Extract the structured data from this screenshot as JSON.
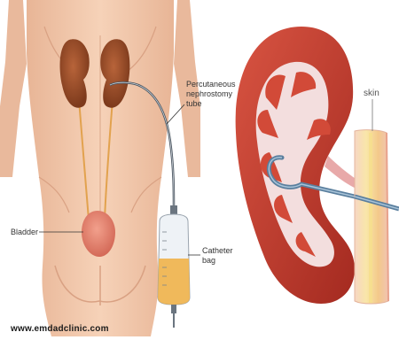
{
  "labels": {
    "tube_line1": "Percutaneous",
    "tube_line2": "nephrostomy",
    "tube_line3": "tube",
    "bladder": "Bladder",
    "bag_line1": "Catheter",
    "bag_line2": "bag",
    "skin": "skin"
  },
  "watermark": "www.emdadclinic.com",
  "colors": {
    "skin": "#f3c9ad",
    "kidney_body": "#9a4f28",
    "kidney_section": "#c8402e",
    "urine": "#f0b24a",
    "tube": "#4b5560"
  }
}
